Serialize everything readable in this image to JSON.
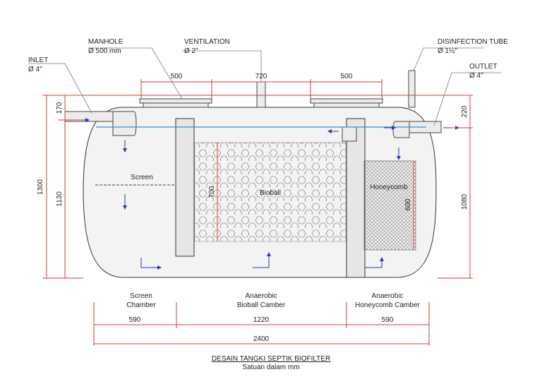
{
  "labels": {
    "manhole": "MANHOLE",
    "manhole_size": "Ø 500 mm",
    "ventilation": "VENTILATION",
    "ventilation_size": "Ø 2\"",
    "disinfection": "DISINFECTION TUBE",
    "disinfection_size": "Ø 1½\"",
    "inlet": "INLET",
    "inlet_size": "Ø 4\"",
    "outlet": "OUTLET",
    "outlet_size": "Ø 4\"",
    "screen": "Screen",
    "bioball": "Bioball",
    "honeycomb": "Honeycomb"
  },
  "dims": {
    "top_left": "500",
    "top_mid": "720",
    "top_right": "500",
    "d1300": "1300",
    "d1130": "1130",
    "d170": "170",
    "d220": "220",
    "d1080": "1080",
    "d700": "700",
    "d600": "600",
    "seg1": "590",
    "seg2": "1220",
    "seg3": "590",
    "total": "2400"
  },
  "chambers": [
    {
      "line1": "Screen",
      "line2": "Chamber"
    },
    {
      "line1": "Anaerobic",
      "line2": "Bioball Camber"
    },
    {
      "line1": "Anaerobic",
      "line2": "Honeycomb Camber"
    }
  ],
  "footer": {
    "title": "DESAIN TANGKI SEPTIK BIOFILTER",
    "subtitle": "Satuan dalam mm"
  }
}
